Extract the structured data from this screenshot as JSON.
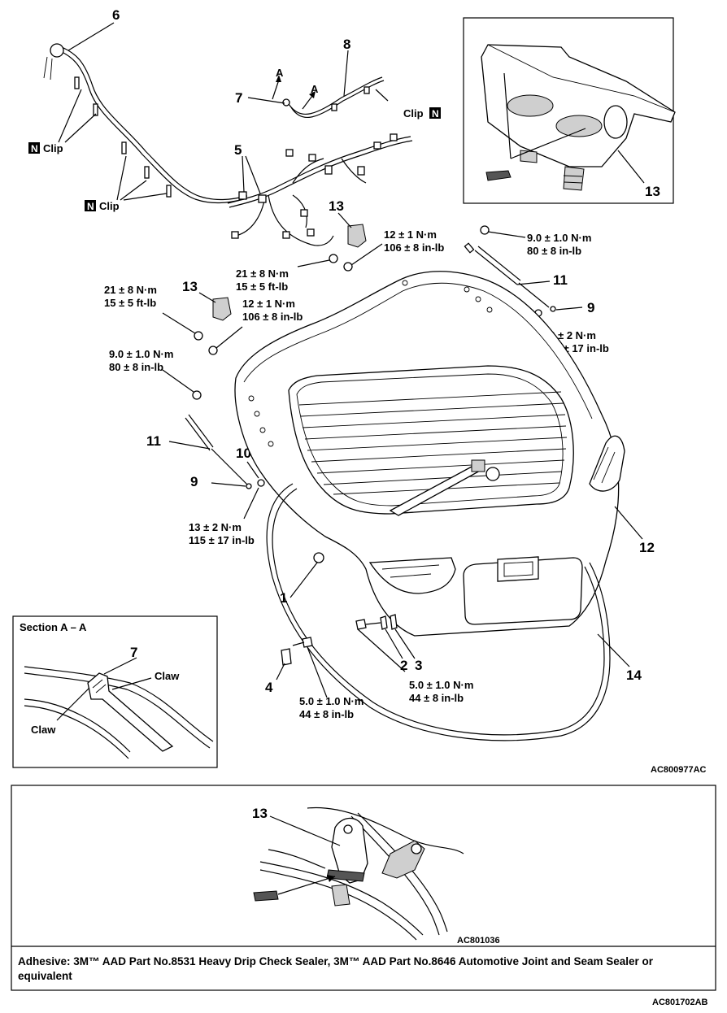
{
  "parts": {
    "p1": "1",
    "p2": "2",
    "p3": "3",
    "p4": "4",
    "p5": "5",
    "p6": "6",
    "p7": "7",
    "p8": "8",
    "p9": "9",
    "p10": "10",
    "p11": "11",
    "p12": "12",
    "p13": "13",
    "p14": "14"
  },
  "torques": {
    "t21_nm": "21 ± 8 N·m",
    "t21_ftlb": "15 ± 5 ft-lb",
    "t12_nm": "12 ± 1 N·m",
    "t12_inlb": "106 ± 8 in-lb",
    "t9_nm": "9.0 ± 1.0 N·m",
    "t9_inlb": "80 ± 8 in-lb",
    "t13_nm": "13 ± 2 N·m",
    "t13_inlb": "115 ± 17 in-lb",
    "t5_nm": "5.0 ± 1.0 N·m",
    "t5_inlb": "44 ± 8 in-lb"
  },
  "clips": {
    "clip": "Clip",
    "n_mark": "N"
  },
  "section": {
    "title": "Section A – A",
    "claw": "Claw",
    "arrow_letter": "A"
  },
  "codes": {
    "main": "AC800977AC",
    "detail": "AC801036",
    "page": "AC801702AB"
  },
  "note": "Adhesive: 3M™ AAD Part No.8531 Heavy Drip Check Sealer, 3M™ AAD Part No.8646 Automotive Joint and Seam Sealer or equivalent"
}
